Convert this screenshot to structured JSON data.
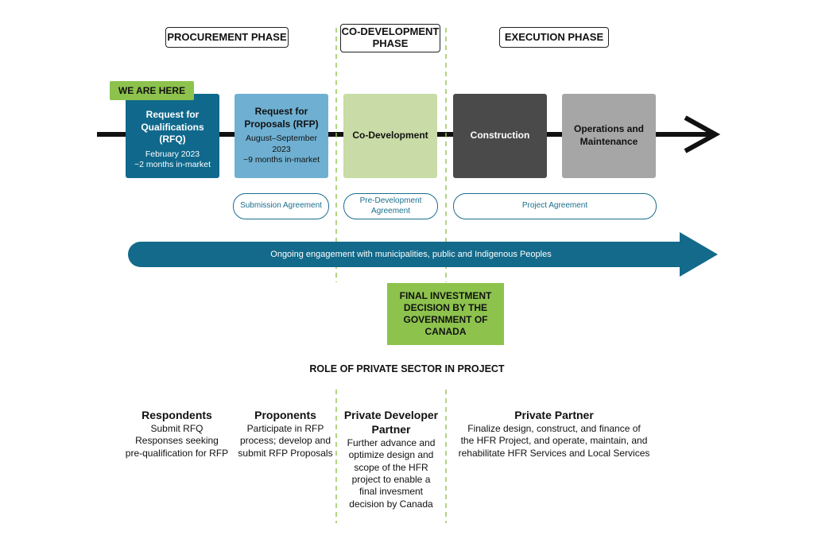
{
  "phases": {
    "procurement": "PROCUREMENT PHASE",
    "codevelopment_line1": "CO-DEVELOPMENT",
    "codevelopment_line2": "PHASE",
    "execution": "EXECUTION PHASE"
  },
  "we_are_here": "WE ARE HERE",
  "stages": {
    "rfq": {
      "title_line1": "Request for",
      "title_line2": "Qualifications",
      "title_line3": "(RFQ)",
      "detail_line1": "February 2023",
      "detail_line2": "~2 months in-market"
    },
    "rfp": {
      "title_line1": "Request for",
      "title_line2": "Proposals (RFP)",
      "detail_line1": "August–September 2023",
      "detail_line2": "~9 months in-market"
    },
    "codev": {
      "title": "Co-Development"
    },
    "construction": {
      "title": "Construction"
    },
    "operations": {
      "title_line1": "Operations and",
      "title_line2": "Maintenance"
    }
  },
  "agreements": {
    "submission": "Submission Agreement",
    "predevelopment_line1": "Pre-Development",
    "predevelopment_line2": "Agreement",
    "project": "Project Agreement"
  },
  "engagement": "Ongoing engagement with municipalities, public and Indigenous Peoples",
  "fid": {
    "line1": "FINAL INVESTMENT",
    "line2": "DECISION BY THE",
    "line3": "GOVERNMENT OF",
    "line4": "CANADA"
  },
  "roles_title": "ROLE OF PRIVATE SECTOR IN PROJECT",
  "roles": {
    "respondents": {
      "heading": "Respondents",
      "l1": "Submit RFQ",
      "l2": "Responses seeking",
      "l3": "pre-qualification for RFP"
    },
    "proponents": {
      "heading": "Proponents",
      "l1": "Participate in RFP",
      "l2": "process; develop and",
      "l3": "submit RFP Proposals"
    },
    "developer": {
      "heading_l1": "Private Developer",
      "heading_l2": "Partner",
      "l1": "Further advance and",
      "l2": "optimize design and",
      "l3": "scope of the HFR",
      "l4": "project to enable a",
      "l5": "final invesment",
      "l6": "decision by Canada"
    },
    "partner": {
      "heading": "Private Partner",
      "l1": "Finalize design, construct, and finance of",
      "l2": "the HFR Project, and operate, maintain, and",
      "l3": "rehabilitate HFR Services and Local Services"
    }
  },
  "colors": {
    "rfq": "#10698c",
    "rfp": "#6fb0d2",
    "codev": "#c9dba6",
    "construction": "#4a4a4a",
    "operations": "#a6a6a6",
    "green_label": "#8dc34d",
    "engagement_arrow": "#136a8a",
    "divider": "#9bc55a"
  }
}
